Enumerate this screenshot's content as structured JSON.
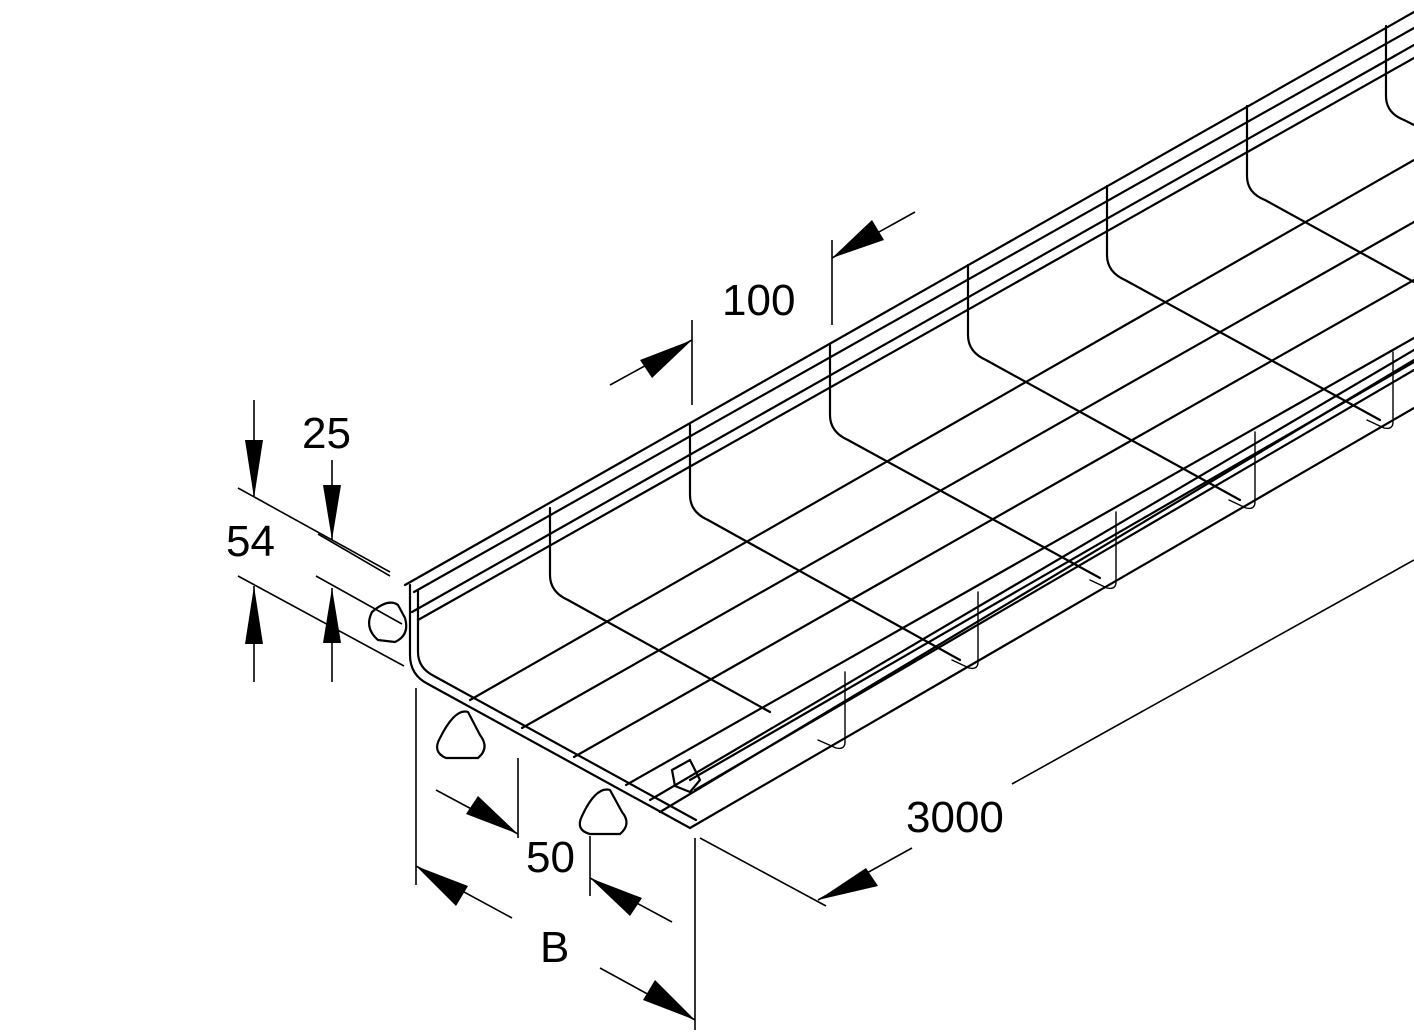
{
  "dimensions": {
    "mesh_pitch": "100",
    "wire_offset": "25",
    "side_height": "54",
    "foot_spacing": "50",
    "width": "B",
    "length": "3000"
  },
  "colors": {
    "line": "#000000",
    "background": "#ffffff"
  }
}
